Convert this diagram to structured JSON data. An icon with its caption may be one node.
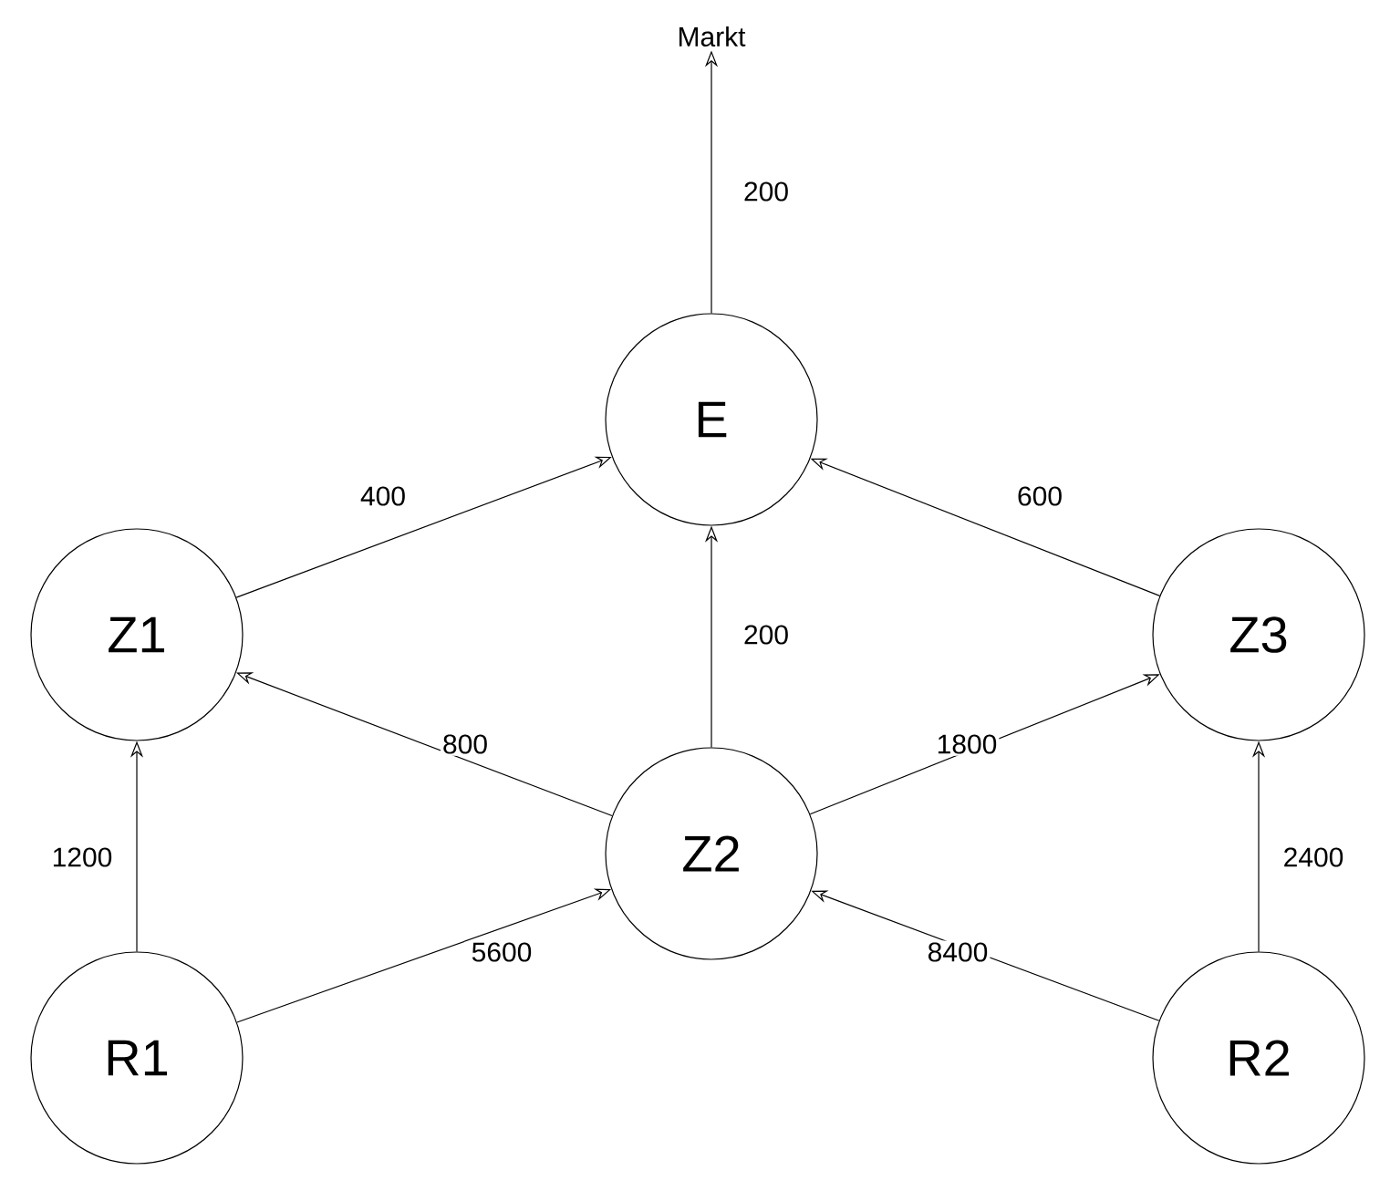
{
  "diagram": {
    "nodes": [
      {
        "text": [
          "Markt"
        ]
      },
      {
        "text": [
          "E"
        ]
      },
      {
        "text": [
          "Z1"
        ]
      },
      {
        "text": [
          "Z2"
        ]
      },
      {
        "text": [
          "Z3"
        ]
      },
      {
        "text": [
          "R1"
        ]
      },
      {
        "text": [
          "R2"
        ]
      }
    ],
    "edges": [
      {
        "from": 1,
        "to": 0,
        "arrow": "to",
        "label": "200"
      },
      {
        "from": 2,
        "to": 1,
        "arrow": "to",
        "label": "400"
      },
      {
        "from": 3,
        "to": 1,
        "arrow": "to",
        "label": "200"
      },
      {
        "from": 4,
        "to": 1,
        "arrow": "to",
        "label": "600"
      },
      {
        "from": 3,
        "to": 2,
        "arrow": "to",
        "label": "800"
      },
      {
        "from": 3,
        "to": 4,
        "arrow": "to",
        "label": "1800"
      },
      {
        "from": 5,
        "to": 2,
        "arrow": "to",
        "label": "1200"
      },
      {
        "from": 5,
        "to": 3,
        "arrow": "to",
        "label": "5600"
      },
      {
        "from": 6,
        "to": 3,
        "arrow": "to",
        "label": "8400"
      },
      {
        "from": 6,
        "to": 4,
        "arrow": "to",
        "label": "2400"
      }
    ]
  }
}
